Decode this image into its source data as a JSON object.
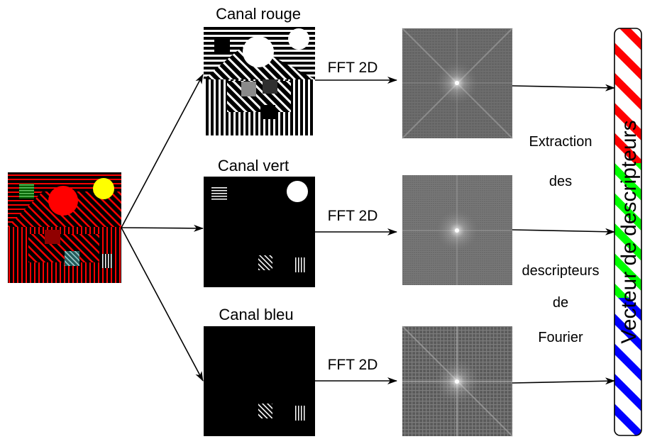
{
  "channels": {
    "red": {
      "title": "Canal rouge",
      "fft_label": "FFT 2D"
    },
    "green": {
      "title": "Canal vert",
      "fft_label": "FFT 2D"
    },
    "blue": {
      "title": "Canal bleu",
      "fft_label": "FFT 2D"
    }
  },
  "extraction": {
    "line1": "Extraction",
    "line2": "des",
    "line3": "descripteurs",
    "line4": "de",
    "line5": "Fourier"
  },
  "descriptor_vector": {
    "title": "Vecteur de descripteurs",
    "segment_colors": [
      "#ff0000",
      "#00ff00",
      "#0000ff"
    ]
  },
  "colors": {
    "input_background": "#000000",
    "input_stripes": "#ff0000",
    "input_big_circle": "#ff0000",
    "input_small_circle": "#ffff00",
    "input_green_square": "#00a000",
    "input_cyan_square": "#40c0c0",
    "channel_stripes": "#ffffff",
    "fft_background": "#6a6a6a"
  }
}
